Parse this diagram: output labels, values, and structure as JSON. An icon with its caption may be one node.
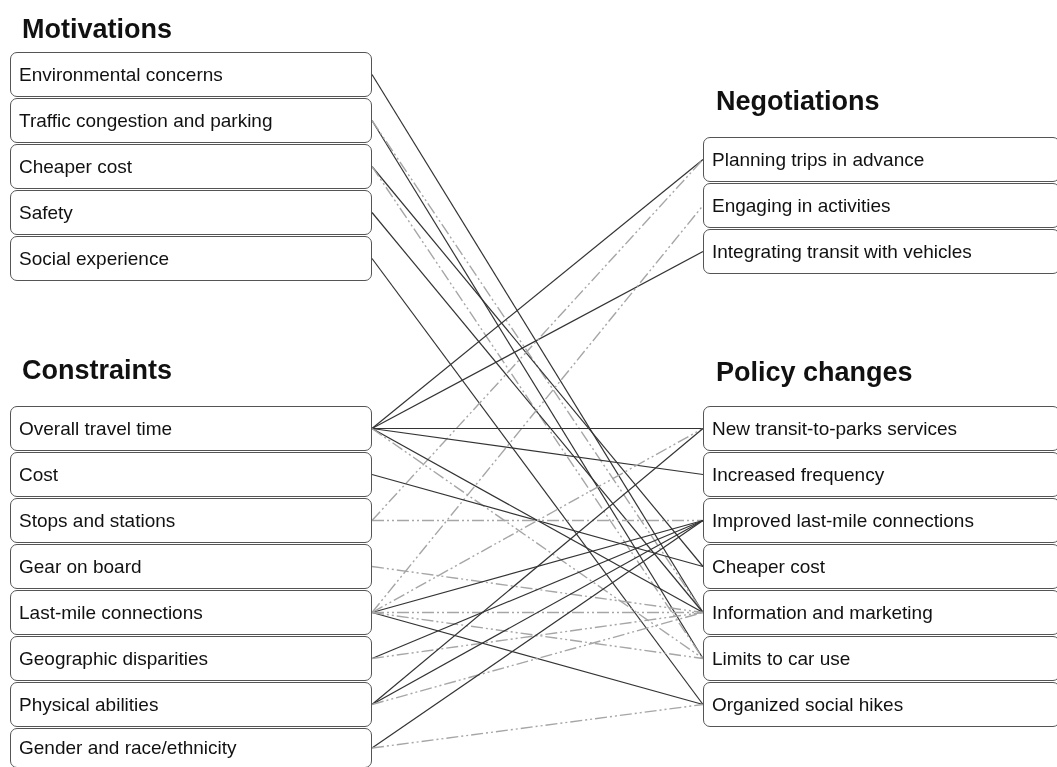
{
  "diagram": {
    "labels": [
      "Motivations",
      "Negotiations",
      "Constraints",
      "Policy changes"
    ],
    "nodes": [
      {
        "text": [
          "Environmental concerns"
        ]
      },
      {
        "text": [
          "Traffic congestion and parking"
        ]
      },
      {
        "text": [
          "Cheaper cost"
        ]
      },
      {
        "text": [
          "Safety"
        ]
      },
      {
        "text": [
          "Social experience"
        ]
      },
      {
        "text": [
          "Planning trips in advance"
        ]
      },
      {
        "text": [
          "Engaging in activities"
        ]
      },
      {
        "text": [
          "Integrating transit with vehicles"
        ]
      },
      {
        "text": [
          "Overall travel time"
        ]
      },
      {
        "text": [
          "Cost"
        ]
      },
      {
        "text": [
          "Stops and stations"
        ]
      },
      {
        "text": [
          "Gear on board"
        ]
      },
      {
        "text": [
          "Last-mile connections"
        ]
      },
      {
        "text": [
          "Geographic disparities"
        ]
      },
      {
        "text": [
          "Physical abilities"
        ]
      },
      {
        "text": [
          "Gender and race/ethnicity"
        ]
      },
      {
        "text": [
          "New transit-to-parks services"
        ]
      },
      {
        "text": [
          "Increased frequency"
        ]
      },
      {
        "text": [
          "Improved last-mile connections"
        ]
      },
      {
        "text": [
          "Cheaper cost"
        ]
      },
      {
        "text": [
          "Information and marketing"
        ]
      },
      {
        "text": [
          "Limits to car use"
        ]
      },
      {
        "text": [
          "Organized social hikes"
        ]
      }
    ],
    "edges": [
      {
        "from": 0,
        "to": 20,
        "arrow": "none"
      },
      {
        "from": 1,
        "to": 21,
        "arrow": "none"
      },
      {
        "from": 1,
        "to": 20,
        "arrow": "none",
        "style": "dashed",
        "color": "#a6a6a6"
      },
      {
        "from": 2,
        "to": 19,
        "arrow": "none"
      },
      {
        "from": 2,
        "to": 21,
        "arrow": "none",
        "style": "dashed",
        "color": "#a6a6a6"
      },
      {
        "from": 3,
        "to": 20,
        "arrow": "none"
      },
      {
        "from": 4,
        "to": 22,
        "arrow": "none"
      },
      {
        "from": 8,
        "to": 5,
        "arrow": "none"
      },
      {
        "from": 8,
        "to": 7,
        "arrow": "none"
      },
      {
        "from": 10,
        "to": 5,
        "arrow": "none",
        "style": "dashed",
        "color": "#a6a6a6"
      },
      {
        "from": 12,
        "to": 6,
        "arrow": "none",
        "style": "dashed",
        "color": "#a6a6a6"
      },
      {
        "from": 8,
        "to": 16,
        "arrow": "none"
      },
      {
        "from": 8,
        "to": 17,
        "arrow": "none"
      },
      {
        "from": 8,
        "to": 20,
        "arrow": "none"
      },
      {
        "from": 8,
        "to": 21,
        "arrow": "none",
        "style": "dashed",
        "color": "#a6a6a6"
      },
      {
        "from": 9,
        "to": 19,
        "arrow": "none"
      },
      {
        "from": 10,
        "to": 18,
        "arrow": "none",
        "style": "dashed",
        "color": "#a6a6a6"
      },
      {
        "from": 11,
        "to": 20,
        "arrow": "none",
        "style": "dashed",
        "color": "#a6a6a6"
      },
      {
        "from": 12,
        "to": 18,
        "arrow": "none"
      },
      {
        "from": 12,
        "to": 22,
        "arrow": "none"
      },
      {
        "from": 12,
        "to": 20,
        "arrow": "none",
        "style": "dashed",
        "color": "#a6a6a6"
      },
      {
        "from": 12,
        "to": 21,
        "arrow": "none",
        "style": "dashed",
        "color": "#a6a6a6"
      },
      {
        "from": 12,
        "to": 16,
        "arrow": "none",
        "style": "dashed",
        "color": "#a6a6a6"
      },
      {
        "from": 13,
        "to": 18,
        "arrow": "none"
      },
      {
        "from": 13,
        "to": 20,
        "arrow": "none",
        "style": "dashed",
        "color": "#a6a6a6"
      },
      {
        "from": 14,
        "to": 16,
        "arrow": "none"
      },
      {
        "from": 14,
        "to": 18,
        "arrow": "none"
      },
      {
        "from": 14,
        "to": 20,
        "arrow": "none",
        "style": "dashed",
        "color": "#a6a6a6"
      },
      {
        "from": 15,
        "to": 18,
        "arrow": "none"
      },
      {
        "from": 15,
        "to": 22,
        "arrow": "none",
        "style": "dashed",
        "color": "#a6a6a6"
      }
    ]
  }
}
